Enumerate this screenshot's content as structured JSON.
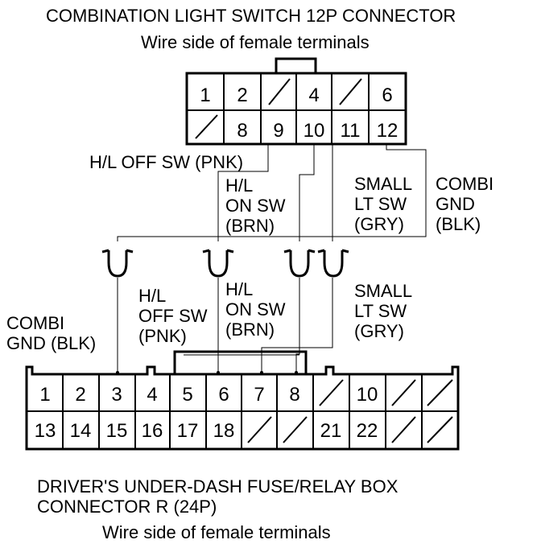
{
  "top_connector": {
    "title": "COMBINATION LIGHT SWITCH 12P CONNECTOR",
    "subtitle": "Wire side of female terminals",
    "row1": [
      "1",
      "2",
      "",
      "4",
      "",
      "6"
    ],
    "row2": [
      "",
      "8",
      "9",
      "10",
      "11",
      "12"
    ]
  },
  "bottom_connector": {
    "title_line1": "DRIVER'S UNDER-DASH FUSE/RELAY BOX",
    "title_line2": "CONNECTOR R (24P)",
    "subtitle": "Wire side of female terminals",
    "row1": [
      "1",
      "2",
      "3",
      "4",
      "5",
      "6",
      "7",
      "8",
      "",
      "10",
      "",
      ""
    ],
    "row2": [
      "13",
      "14",
      "15",
      "16",
      "17",
      "18",
      "",
      "",
      "21",
      "22",
      "",
      ""
    ]
  },
  "wire_labels_upper": {
    "hl_off": "H/L OFF SW (PNK)",
    "hl_on": "H/L\nON SW\n(BRN)",
    "small_lt": "SMALL\nLT SW\n(GRY)",
    "combi_gnd": "COMBI\nGND\n(BLK)"
  },
  "wire_labels_lower": {
    "combi_gnd": "COMBI\nGND (BLK)",
    "hl_off": "H/L\nOFF SW\n(PNK)",
    "hl_on": "H/L\nON SW\n(BRN)",
    "small_lt": "SMALL\nLT SW\n(GRY)"
  },
  "wires": [
    {
      "name": "hl-off-sw",
      "color": "PNK",
      "from_pin": "9",
      "to_pin": "6"
    },
    {
      "name": "hl-on-sw",
      "color": "BRN",
      "from_pin": "10",
      "to_pin": "8"
    },
    {
      "name": "small-lt-sw",
      "color": "GRY",
      "from_pin": "11",
      "to_pin": "7"
    },
    {
      "name": "combi-gnd",
      "color": "BLK",
      "from_pin": "12",
      "to_pin": "3"
    }
  ],
  "icons": {
    "connector_break": "u-shaped-connector-break-icon"
  }
}
